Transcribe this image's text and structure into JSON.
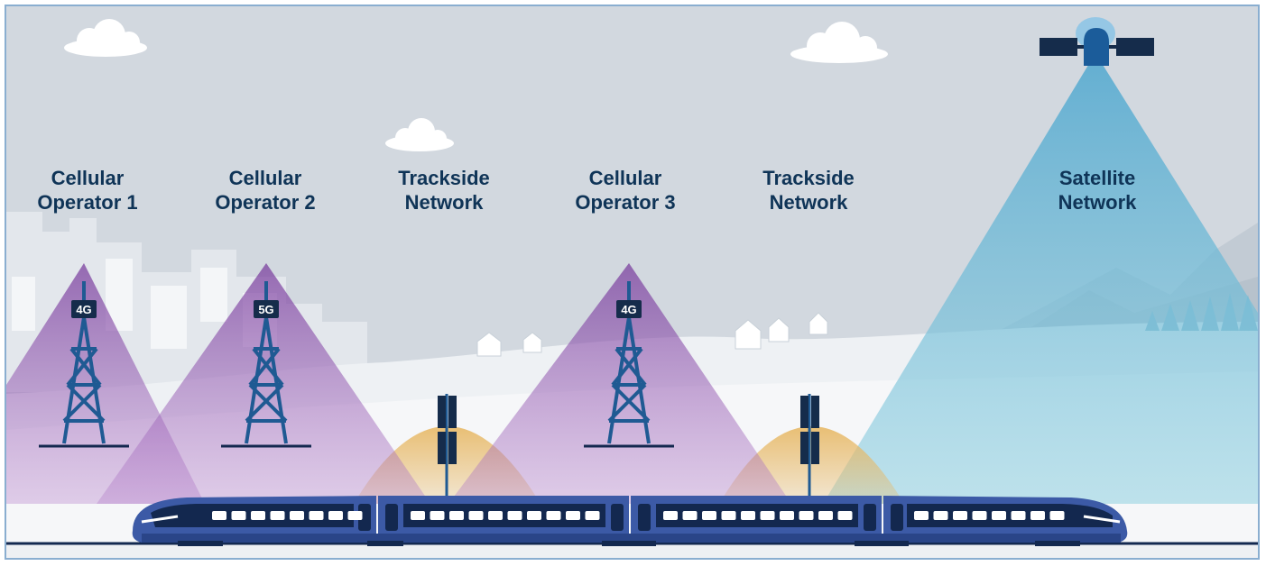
{
  "labels": {
    "cell1": [
      "Cellular",
      "Operator 1"
    ],
    "cell2": [
      "Cellular",
      "Operator 2"
    ],
    "track1": [
      "Trackside",
      "Network"
    ],
    "cell3": [
      "Cellular",
      "Operator 3"
    ],
    "track2": [
      "Trackside",
      "Network"
    ],
    "sat": [
      "Satellite",
      "Network"
    ]
  },
  "badges": {
    "tower1": "4G",
    "tower2": "5G",
    "tower3": "4G"
  },
  "colors": {
    "sky": "#d2d8df",
    "label": "#0f3457",
    "tower": "#1f5a93",
    "cellular_cone": "#8a4fa8",
    "trackside_dome": "#e7b865",
    "satellite_beam": "#5fb4d5",
    "train_body": "#3c5aa6",
    "train_dark": "#13284f"
  }
}
